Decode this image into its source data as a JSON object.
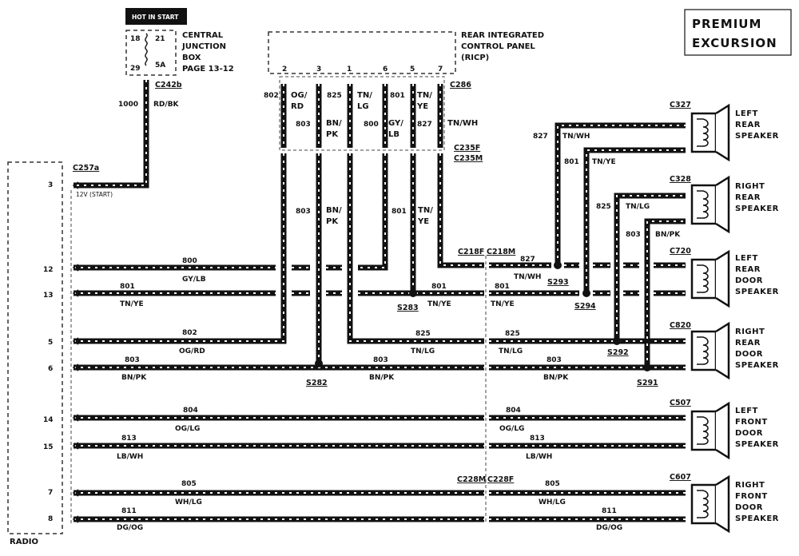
{
  "title": {
    "line1": "PREMIUM",
    "line2": "EXCURSION"
  },
  "hot_in_start": "HOT IN START",
  "cjb": {
    "label_lines": [
      "CENTRAL",
      "JUNCTION",
      "BOX",
      "PAGE 13-12"
    ],
    "pins": {
      "p18": "18",
      "p21": "21",
      "p29": "29",
      "p5a": "5A"
    }
  },
  "ricp": {
    "label_lines": [
      "REAR INTEGRATED",
      "CONTROL PANEL",
      "(RICP)"
    ],
    "pins": [
      "2",
      "3",
      "1",
      "6",
      "5",
      "7"
    ]
  },
  "radio": {
    "label": "RADIO",
    "pins": [
      "3",
      "12",
      "13",
      "5",
      "6",
      "14",
      "15",
      "7",
      "8"
    ]
  },
  "connectors": {
    "c242b": "C242b",
    "c257a": "C257a",
    "c286": "C286",
    "c235f": "C235F",
    "c235m": "C235M",
    "c218f": "C218F",
    "c218m": "C218M",
    "c228m": "C228M",
    "c228f": "C228F",
    "c327": "C327",
    "c328": "C328",
    "c720": "C720",
    "c820": "C820",
    "c507": "C507",
    "c607": "C607"
  },
  "splices": {
    "s282": "S282",
    "s283": "S283",
    "s291": "S291",
    "s292": "S292",
    "s293": "S293",
    "s294": "S294"
  },
  "wires": {
    "w1000": {
      "num": "1000",
      "color": "RD/BK"
    },
    "start": "12V (START)",
    "ricp_cols": [
      {
        "num": "802",
        "color_a": "OG/",
        "color_b": "RD"
      },
      {
        "num": "803",
        "color_a": "BN/",
        "color_b": "PK"
      },
      {
        "num": "825",
        "color_a": "TN/",
        "color_b": "LG"
      },
      {
        "num": "800",
        "color_a": "GY/",
        "color_b": "LB"
      },
      {
        "num": "801",
        "color_a": "TN/",
        "color_b": "YE"
      },
      {
        "num": "827",
        "color_a": "TN/WH",
        "color_b": ""
      }
    ],
    "lower_803": {
      "num": "803",
      "color_a": "BN/",
      "color_b": "PK"
    },
    "lower_801": {
      "num": "801",
      "color_a": "TN/",
      "color_b": "YE"
    },
    "row12": {
      "num": "800",
      "color": "GY/LB"
    },
    "row13": {
      "num": "801",
      "color": "TN/YE"
    },
    "row5": {
      "num": "802",
      "color": "OG/RD"
    },
    "row6": {
      "num": "803",
      "color": "BN/PK"
    },
    "row14": {
      "num": "804",
      "color": "OG/LG"
    },
    "row15": {
      "num": "813",
      "color": "LB/WH"
    },
    "row7": {
      "num": "805",
      "color": "WH/LG"
    },
    "row8": {
      "num": "811",
      "color": "DG/OG"
    },
    "r12": {
      "num": "827",
      "color": "TN/WH"
    },
    "r13": {
      "num": "801",
      "color": "TN/YE"
    },
    "m13": {
      "num": "801",
      "color": "TN/YE"
    },
    "m5": {
      "num": "825",
      "color": "TN/LG"
    },
    "r5": {
      "num": "825",
      "color": "TN/LG"
    },
    "r6": {
      "num": "803",
      "color": "BN/PK"
    },
    "r14": {
      "num": "804",
      "color": "OG/LG"
    },
    "r15": {
      "num": "813",
      "color": "LB/WH"
    },
    "r7": {
      "num": "805",
      "color": "WH/LG"
    },
    "r8": {
      "num": "811",
      "color": "DG/OG"
    },
    "sp827": {
      "num": "827",
      "color": "TN/WH"
    },
    "sp801": {
      "num": "801",
      "color": "TN/YE"
    },
    "sp825": {
      "num": "825",
      "color": "TN/LG"
    },
    "sp803": {
      "num": "803",
      "color": "BN/PK"
    }
  },
  "speakers": {
    "left_rear": [
      "LEFT",
      "REAR",
      "SPEAKER"
    ],
    "right_rear": [
      "RIGHT",
      "REAR",
      "SPEAKER"
    ],
    "left_rear_door": [
      "LEFT",
      "REAR",
      "DOOR",
      "SPEAKER"
    ],
    "right_rear_door": [
      "RIGHT",
      "REAR",
      "DOOR",
      "SPEAKER"
    ],
    "left_front_door": [
      "LEFT",
      "FRONT",
      "DOOR",
      "SPEAKER"
    ],
    "right_front_door": [
      "RIGHT",
      "FRONT",
      "DOOR",
      "SPEAKER"
    ]
  }
}
